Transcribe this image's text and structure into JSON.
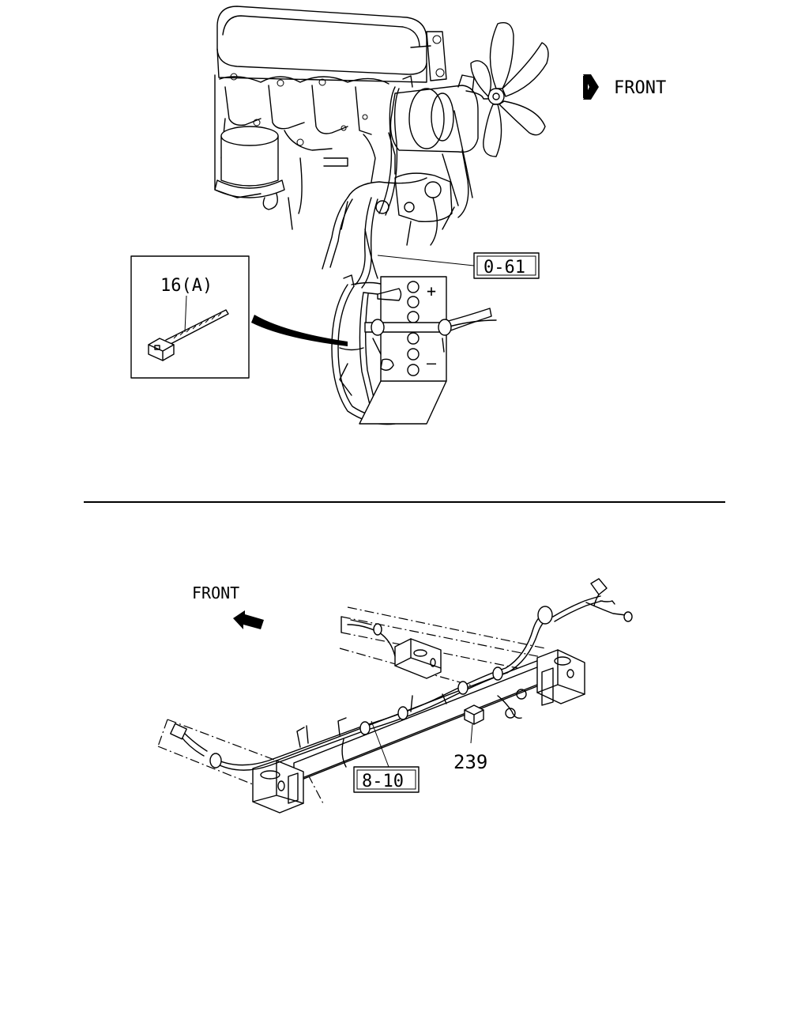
{
  "top_figure": {
    "front_label": "FRONT",
    "callout_ref": "0-61",
    "inset_part_label": "16(A)",
    "battery_plus": "+",
    "battery_minus": "–"
  },
  "bottom_figure": {
    "front_label": "FRONT",
    "callout_ref": "8-10",
    "part_label": "239"
  },
  "colors": {
    "line": "#000000",
    "background": "#ffffff"
  },
  "icons": [
    "front-arrow-icon",
    "front-arrow-icon",
    "cable-tie-icon"
  ]
}
